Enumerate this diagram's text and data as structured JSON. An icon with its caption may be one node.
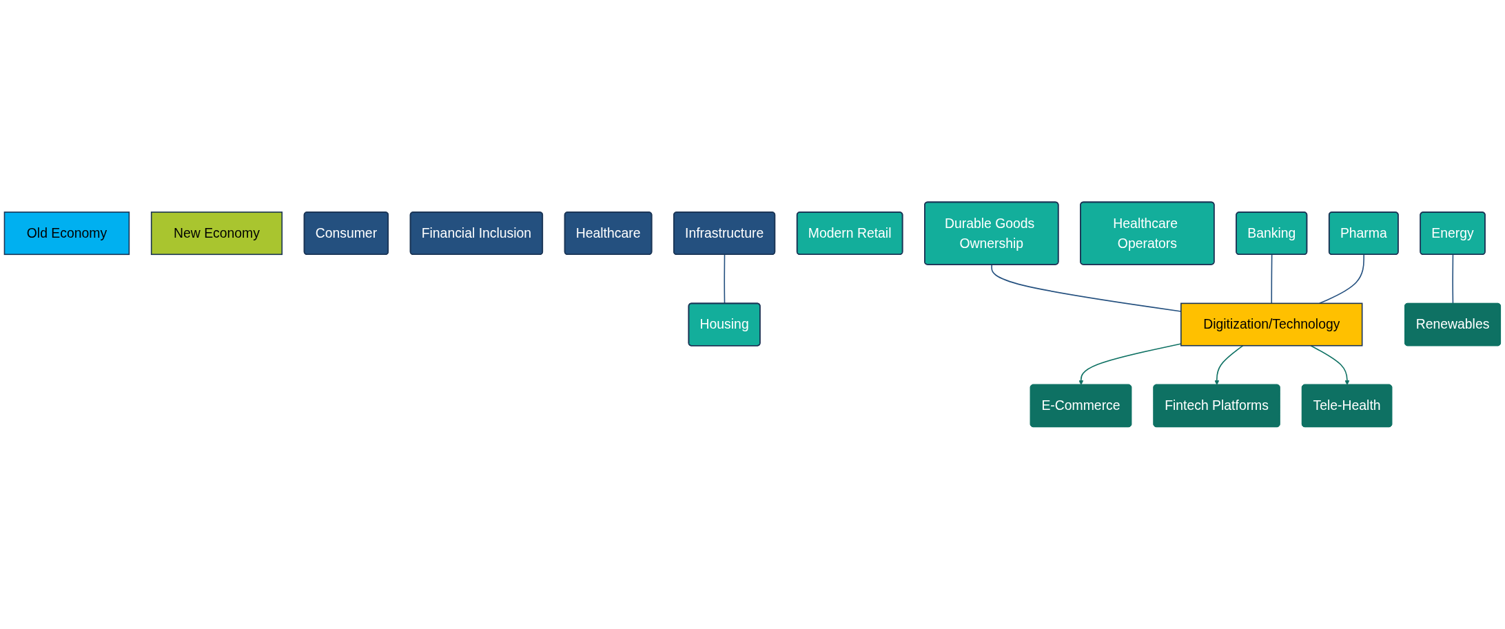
{
  "diagram": {
    "nodes": [
      {
        "text": [
          "Old Economy"
        ]
      },
      {
        "text": [
          "New Economy"
        ]
      },
      {
        "text": [
          "Consumer"
        ]
      },
      {
        "text": [
          "Financial Inclusion"
        ]
      },
      {
        "text": [
          "Healthcare"
        ]
      },
      {
        "text": [
          "Infrastructure"
        ]
      },
      {
        "text": [
          "Modern Retail"
        ]
      },
      {
        "text": [
          "Banking"
        ]
      },
      {
        "text": [
          "Healthcare Operators"
        ]
      },
      {
        "text": [
          "Housing"
        ]
      },
      {
        "text": [
          "Durable Goods Ownership"
        ]
      },
      {
        "text": [
          "Pharma"
        ]
      },
      {
        "text": [
          "Energy"
        ]
      },
      {
        "text": [
          "Digitization/Technology"
        ]
      },
      {
        "text": [
          "E-Commerce"
        ]
      },
      {
        "text": [
          "Fintech Platforms"
        ]
      },
      {
        "text": [
          "Tele-Health"
        ]
      },
      {
        "text": [
          "Renewables"
        ]
      }
    ],
    "edges": [
      {
        "from": 5,
        "to": 9,
        "arrow": "none"
      },
      {
        "from": 10,
        "to": 13,
        "arrow": "none"
      },
      {
        "from": 7,
        "to": 13,
        "arrow": "none"
      },
      {
        "from": 11,
        "to": 13,
        "arrow": "none"
      },
      {
        "from": 12,
        "to": 17,
        "arrow": "none"
      },
      {
        "from": 13,
        "to": 14,
        "arrow": "to",
        "color": "#0e7163"
      },
      {
        "from": 13,
        "to": 15,
        "arrow": "to",
        "color": "#0e7163"
      },
      {
        "from": 13,
        "to": 16,
        "arrow": "to",
        "color": "#0e7163"
      }
    ]
  }
}
